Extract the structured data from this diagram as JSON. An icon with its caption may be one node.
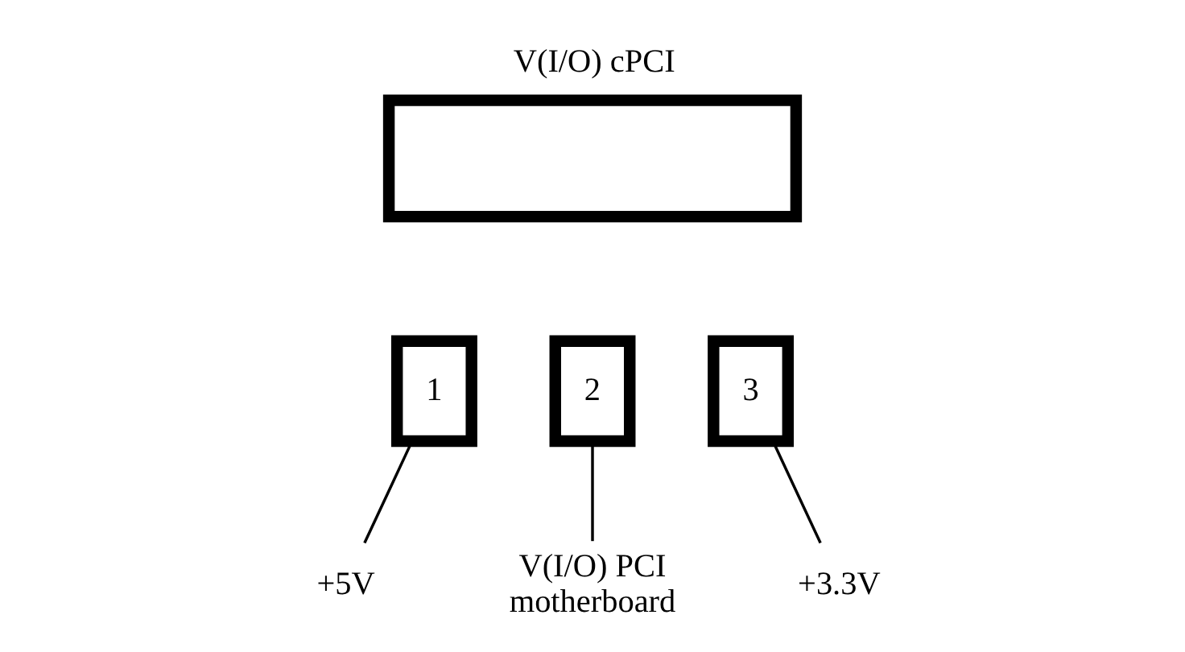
{
  "diagram": {
    "nodes": [
      {
        "text": [
          "V(I/O) cPCI"
        ]
      },
      {
        "text": [
          "1"
        ]
      },
      {
        "text": [
          "2"
        ]
      },
      {
        "text": [
          "3"
        ]
      },
      {
        "text": [
          "+5V"
        ]
      },
      {
        "text": [
          "V(I/O) PCI motherboard"
        ]
      },
      {
        "text": [
          "+3.3V"
        ]
      }
    ],
    "edges": [
      {
        "from": 1,
        "to": 4,
        "arrow": "none"
      },
      {
        "from": 2,
        "to": 5,
        "arrow": "none"
      },
      {
        "from": 3,
        "to": 6,
        "arrow": "none"
      }
    ]
  }
}
